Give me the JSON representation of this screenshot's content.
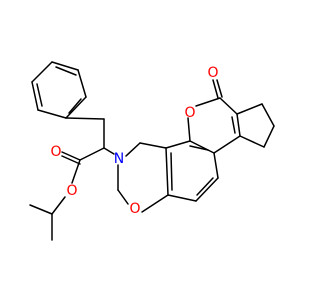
{
  "molecule": {
    "atom_labels": {
      "ester_carbonyl_o": "O",
      "ester_ether_o": "O",
      "ring_nitrogen": "N",
      "oxazine_o": "O",
      "lactone_ring_o": "O",
      "lactone_carbonyl_o": "O"
    },
    "colors": {
      "bond": "#000000",
      "oxygen": "#ff0000",
      "nitrogen": "#0000ff",
      "background": "#ffffff"
    }
  }
}
